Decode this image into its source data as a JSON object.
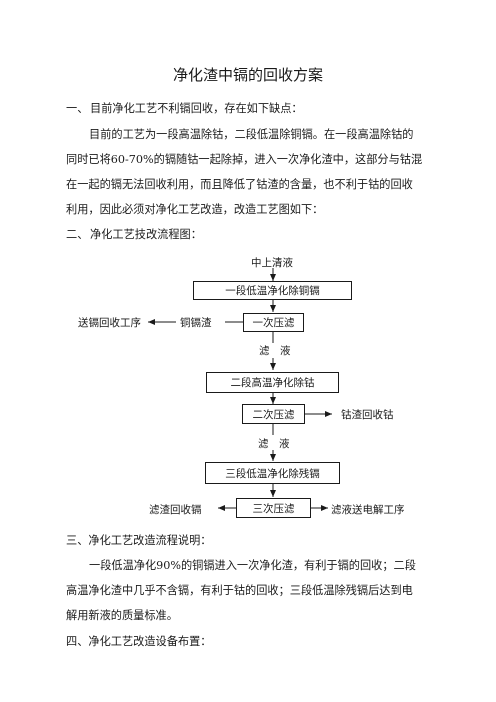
{
  "title": "净化渣中镉的回收方案",
  "sections": {
    "s1": {
      "num": "一、",
      "text": "目前净化工艺不利镉回收，存在如下缺点："
    },
    "p1": [
      "目前的工艺为一段高温除钴，二段低温除铜镉。在一段高温除钴的",
      "同时已将60-70%的镉随钴一起除掉，进入一次净化渣中，这部分与钴混",
      "在一起的镉无法回收利用，而且降低了钴渣的含量，也不利于钴的回收",
      "利用，因此必须对净化工艺改造，改造工艺图如下："
    ],
    "s2": {
      "num": "二、",
      "text": "净化工艺技改流程图："
    },
    "s3": "三、净化工艺改造流程说明：",
    "p3": [
      "一段低温净化90%的铜镉进入一次净化渣，有利于镉的回收；二段",
      "高温净化渣中几乎不含镉，有利于钴的回收；三段低温除残镉后达到电",
      "解用新液的质量标准。"
    ],
    "s4": "四、净化工艺改造设备布置："
  },
  "flow": {
    "start": "中上清液",
    "stage1": "一段低温净化除铜镉",
    "filter1": "一次压滤",
    "residue1": "铜镉渣",
    "out1": "送镉回收工序",
    "liquid1": "滤　液",
    "stage2": "二段高温净化除钴",
    "filter2": "二次压滤",
    "out2": "钴渣回收钴",
    "liquid2": "滤　液",
    "stage3": "三段低温净化除残镉",
    "filter3": "三次压滤",
    "out3_left": "滤渣回收镉",
    "out3_right": "滤液送电解工序"
  }
}
